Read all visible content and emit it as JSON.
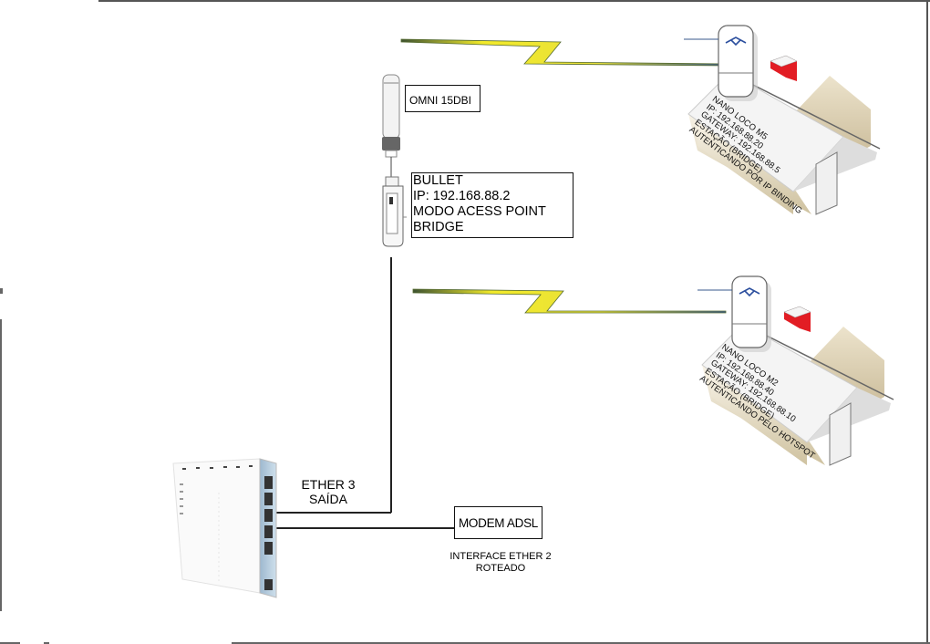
{
  "diagram": {
    "antenna": {
      "label": "OMNI 15DBI",
      "icon": "omni-antenna-icon"
    },
    "bullet": {
      "icon": "bullet-radio-icon",
      "lines": [
        "BULLET",
        "IP: 192.168.88.2",
        "MODO ACESS POINT",
        "BRIDGE"
      ]
    },
    "stations": [
      {
        "icon": "house-icon",
        "device_icon": "nanoloco-icon",
        "lines": [
          "NANO LOCO M5",
          "IP: 192.168.88.20",
          "GATEWAY: 192.168.88.5",
          "ESTAÇÃO (BRIDGE)",
          "AUTENTICANDO POR IP BINDING"
        ]
      },
      {
        "icon": "house-icon",
        "device_icon": "nanoloco-icon",
        "lines": [
          "NANO LOCO M2",
          "IP: 192.168.88.40",
          "GATEWAY: 192.168.88.10",
          "ESTAÇÃO (BRIDGE)",
          "AUTENTICANDO PELO HOTSPOT"
        ]
      }
    ],
    "links": [
      {
        "type": "wireless",
        "icon": "lightning-bolt-icon",
        "color": "#f2ea2a"
      },
      {
        "type": "wireless",
        "icon": "lightning-bolt-icon",
        "color": "#f2ea2a"
      }
    ],
    "router": {
      "icon": "router-icon",
      "ether3_lines": [
        "ETHER 3",
        "SAÍDA"
      ]
    },
    "modem": {
      "label": "MODEM ADSL",
      "caption_lines": [
        "INTERFACE ETHER 2",
        "ROTEADO"
      ]
    },
    "colors": {
      "bolt_fill": "#f2ea2a",
      "bolt_edge": "#556b2f",
      "chimney": "#e21d24",
      "house_wall": "#e6dcc4",
      "house_roof": "#f4f4f4",
      "link_line": "#3a5a8c"
    }
  }
}
